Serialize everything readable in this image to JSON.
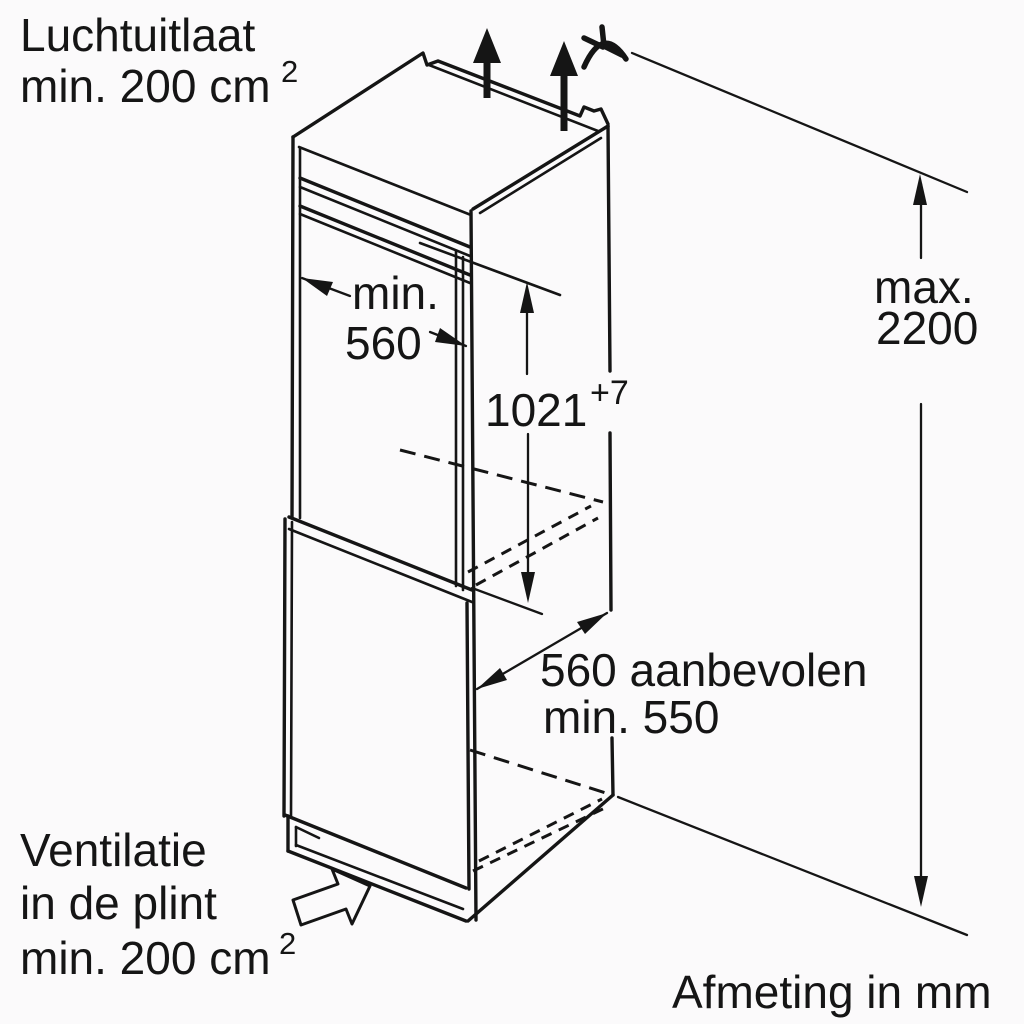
{
  "diagram": {
    "type": "appliance-installation-drawing",
    "unit_note": "Afmeting in mm",
    "colors": {
      "background": "#fbfafb",
      "line": "#151515"
    },
    "labels": {
      "air_outlet": {
        "line1": "Luchtuitlaat",
        "line2": "min. 200 cm",
        "sup": "2"
      },
      "max_height": {
        "line1": "max.",
        "line2": "2200"
      },
      "niche_depth": {
        "line1": "min.",
        "line2": "560"
      },
      "niche_height": {
        "value": "1021",
        "tolerance": "+7"
      },
      "installation_depth": {
        "line1": "560 aanbevolen",
        "line2": "min. 550"
      },
      "plinth_vent": {
        "line1": "Ventilatie",
        "line2": "in de plint",
        "line3": "min. 200 cm",
        "sup": "2"
      }
    },
    "icons": [
      "airflow-up-arrow",
      "airflow-up-arrow",
      "air-swirl-icon",
      "ventilation-block-arrow"
    ]
  }
}
